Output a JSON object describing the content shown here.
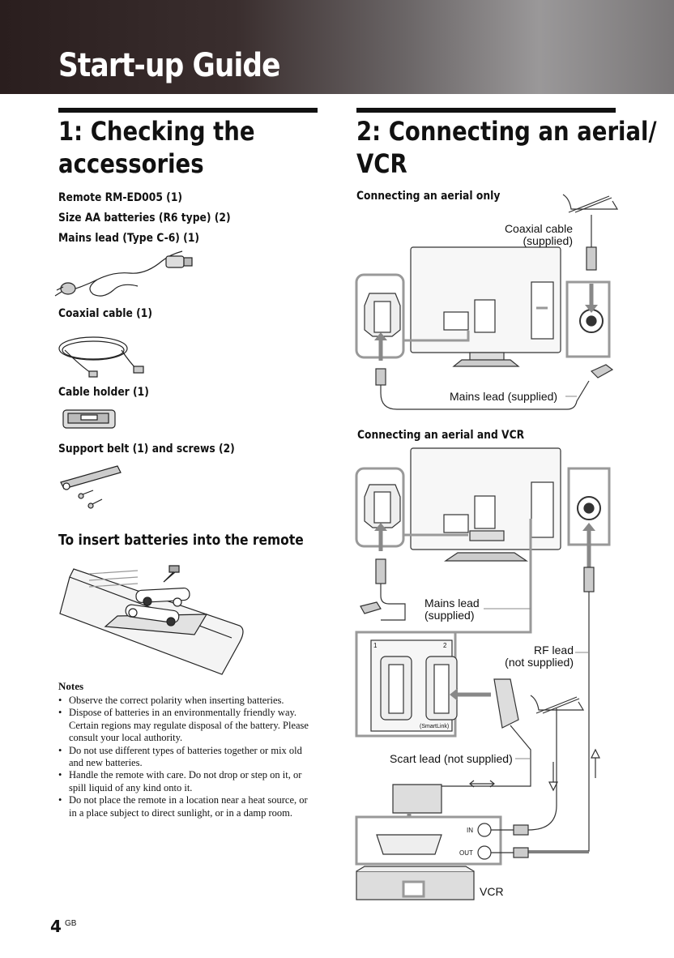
{
  "page": {
    "title": "Start-up Guide",
    "number": "4",
    "locale": "GB"
  },
  "section1": {
    "title_line1": "1: Checking the",
    "title_line2": "accessories",
    "items": [
      "Remote RM-ED005 (1)",
      "Size AA batteries (R6 type) (2)",
      "Mains lead (Type C-6) (1)",
      "Coaxial cable (1)",
      "Cable holder (1)",
      "Support belt (1) and screws (2)"
    ],
    "battery_heading": "To insert batteries into the remote",
    "notes_title": "Notes",
    "notes": [
      "Observe the correct polarity when inserting batteries.",
      "Dispose of batteries in an environmentally friendly way. Certain regions may regulate disposal of the battery. Please consult your local authority.",
      "Do not use different types of batteries together or mix old and new batteries.",
      "Handle the remote with care. Do not drop or step on it, or spill liquid of any kind onto it.",
      "Do not place the remote in a location near a heat source, or in a place subject to direct sunlight, or in a damp room."
    ]
  },
  "section2": {
    "title_line1": "2: Connecting an aerial/",
    "title_line2": "VCR",
    "sub1": "Connecting an aerial only",
    "sub2": "Connecting an aerial and VCR",
    "labels": {
      "coaxial_l1": "Coaxial cable",
      "coaxial_l2": "(supplied)",
      "mains_supplied": "Mains lead (supplied)",
      "mains_l1": "Mains lead",
      "mains_l2": "(supplied)",
      "rf_l1": "RF lead",
      "rf_l2": "(not supplied)",
      "scart": "Scart lead (not supplied)",
      "vcr": "VCR",
      "in": "IN",
      "out": "OUT",
      "smartlink": "(SmartLink)",
      "port1": "1",
      "port2": "2"
    }
  }
}
